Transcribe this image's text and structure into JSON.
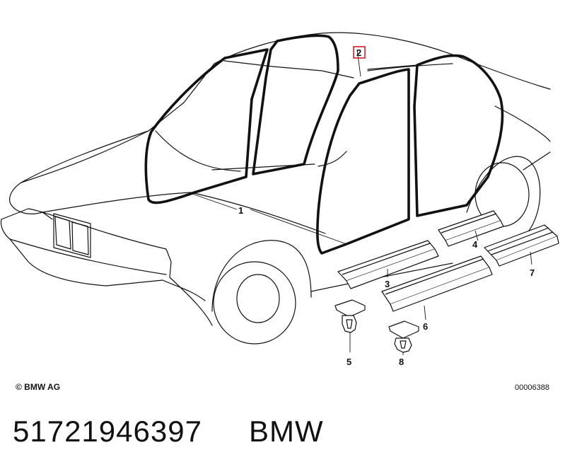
{
  "diagram": {
    "callouts": [
      "1",
      "2",
      "3",
      "4",
      "5",
      "6",
      "7",
      "8"
    ],
    "highlight_color": "#d0202a",
    "line_color": "#111111"
  },
  "footer": {
    "copyright": "© BMW AG",
    "diagram_id": "00006388"
  },
  "caption": {
    "part_number": "51721946397",
    "brand": "BMW"
  }
}
